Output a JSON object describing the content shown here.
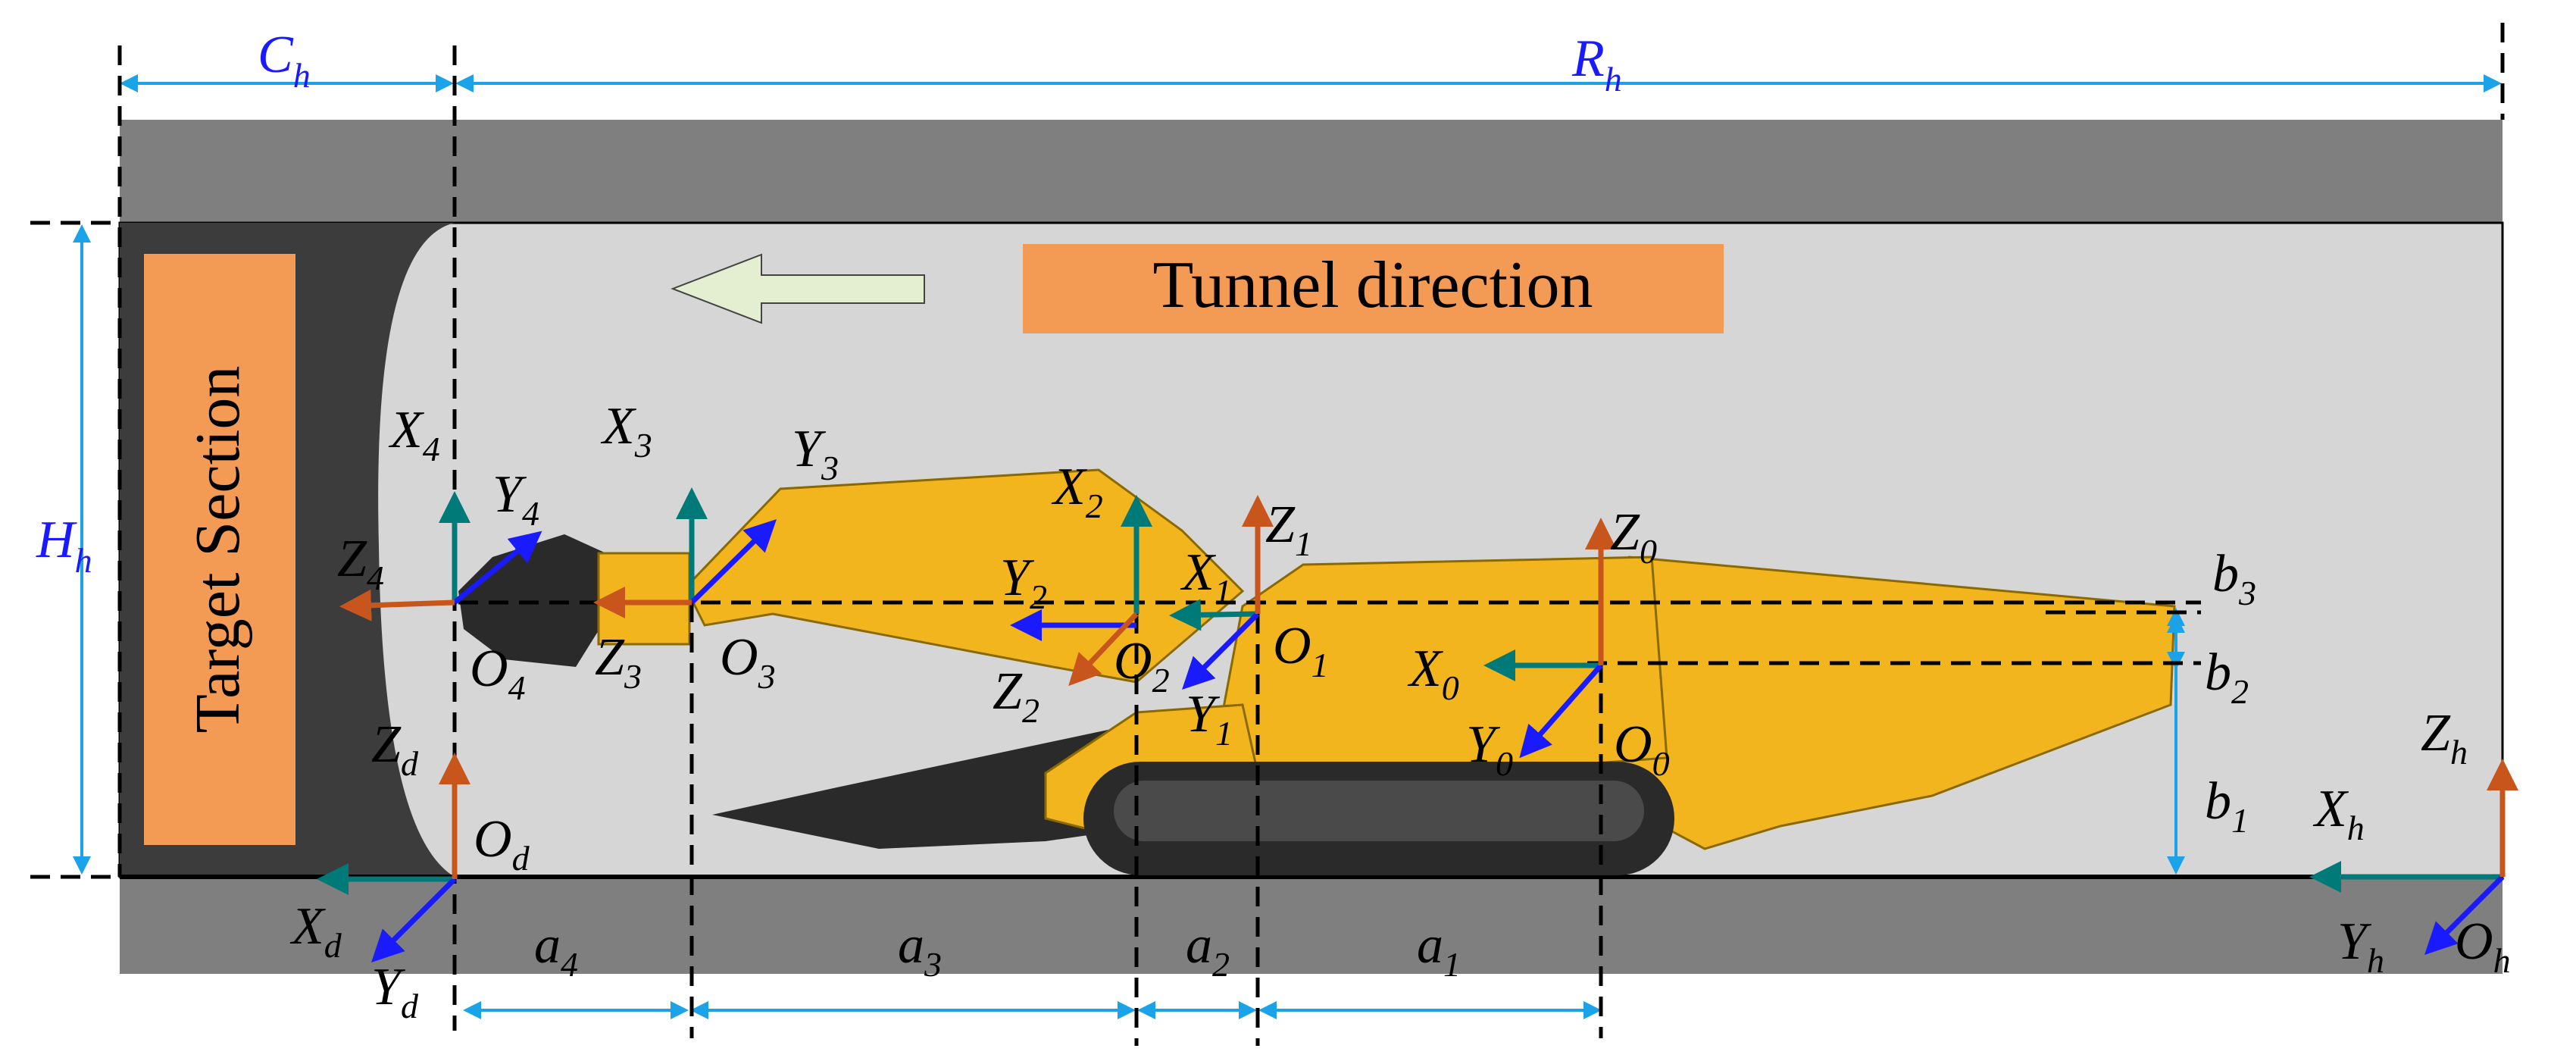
{
  "dimensions": {
    "Ch": "C",
    "Ch_sub": "h",
    "Rh": "R",
    "Rh_sub": "h",
    "Hh": "H",
    "Hh_sub": "h"
  },
  "banner": {
    "direction": "Tunnel direction",
    "target": "Target Section"
  },
  "frames": {
    "X4": [
      "X",
      "4"
    ],
    "Y4": [
      "Y",
      "4"
    ],
    "Z4": [
      "Z",
      "4"
    ],
    "O4": [
      "O",
      "4"
    ],
    "X3": [
      "X",
      "3"
    ],
    "Y3": [
      "Y",
      "3"
    ],
    "Z3": [
      "Z",
      "3"
    ],
    "O3": [
      "O",
      "3"
    ],
    "X2": [
      "X",
      "2"
    ],
    "Y2": [
      "Y",
      "2"
    ],
    "Z2": [
      "Z",
      "2"
    ],
    "O2": [
      "O",
      "2"
    ],
    "X1": [
      "X",
      "1"
    ],
    "Y1": [
      "Y",
      "1"
    ],
    "Z1": [
      "Z",
      "1"
    ],
    "O1": [
      "O",
      "1"
    ],
    "X0": [
      "X",
      "0"
    ],
    "Y0": [
      "Y",
      "0"
    ],
    "Z0": [
      "Z",
      "0"
    ],
    "O0": [
      "O",
      "0"
    ],
    "Xd": [
      "X",
      "d"
    ],
    "Yd": [
      "Y",
      "d"
    ],
    "Zd": [
      "Z",
      "d"
    ],
    "Od": [
      "O",
      "d"
    ],
    "Xh": [
      "X",
      "h"
    ],
    "Yh": [
      "Y",
      "h"
    ],
    "Zh": [
      "Z",
      "h"
    ],
    "Oh": [
      "O",
      "h"
    ]
  },
  "offsets": {
    "a1": [
      "a",
      "1"
    ],
    "a2": [
      "a",
      "2"
    ],
    "a3": [
      "a",
      "3"
    ],
    "a4": [
      "a",
      "4"
    ],
    "b1": [
      "b",
      "1"
    ],
    "b2": [
      "b",
      "2"
    ],
    "b3": [
      "b",
      "3"
    ]
  },
  "colors": {
    "x_axis": "#007a78",
    "y_axis": "#1a1aff",
    "z_axis": "#c8561c",
    "dimension": "#1aa3e8",
    "machine": "#f2b51e",
    "banner": "#f39a55",
    "tunnel": "#d6d6d6",
    "rock": "#7f7f7f",
    "face": "#3c3c3c",
    "arrow": "#e4eed0"
  }
}
